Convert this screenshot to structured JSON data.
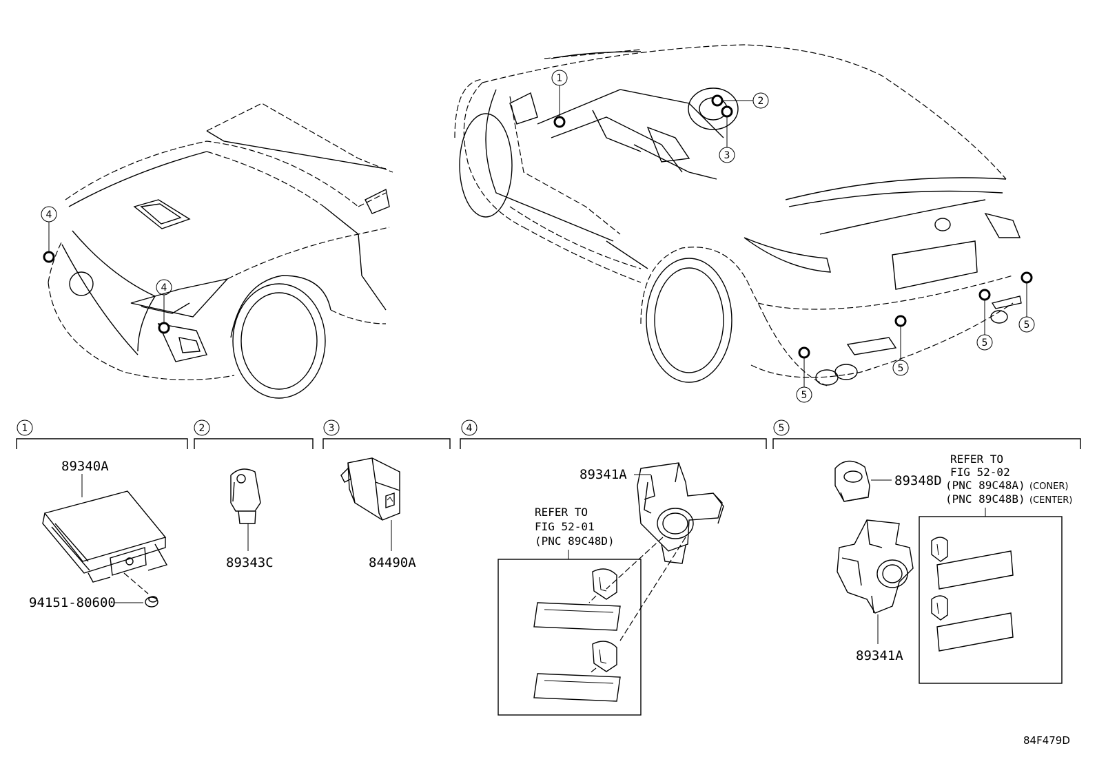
{
  "callouts": {
    "c1": "1",
    "c2": "2",
    "c3": "3",
    "c4": "4",
    "c5": "5"
  },
  "parts": {
    "group1_main": "89340A",
    "group1_bolt": "94151-80600",
    "group2": "89343C",
    "group3": "84490A",
    "group4": "89341A",
    "group5_cover": "89348D",
    "group5_sensor": "89341A"
  },
  "notes": {
    "group4_refer_l1": "REFER TO",
    "group4_refer_l2": "FIG 52-01",
    "group4_refer_l3": "(PNC 89C48D)",
    "group5_refer_l1": "REFER TO",
    "group5_refer_l2": "FIG 52-02",
    "group5_refer_l3_pnc": "(PNC 89C48A)",
    "group5_refer_l3_tag": "(CONER)",
    "group5_refer_l4_pnc": "(PNC 89C48B)",
    "group5_refer_l4_tag": "(CENTER)"
  },
  "figure_code": "84F479D"
}
